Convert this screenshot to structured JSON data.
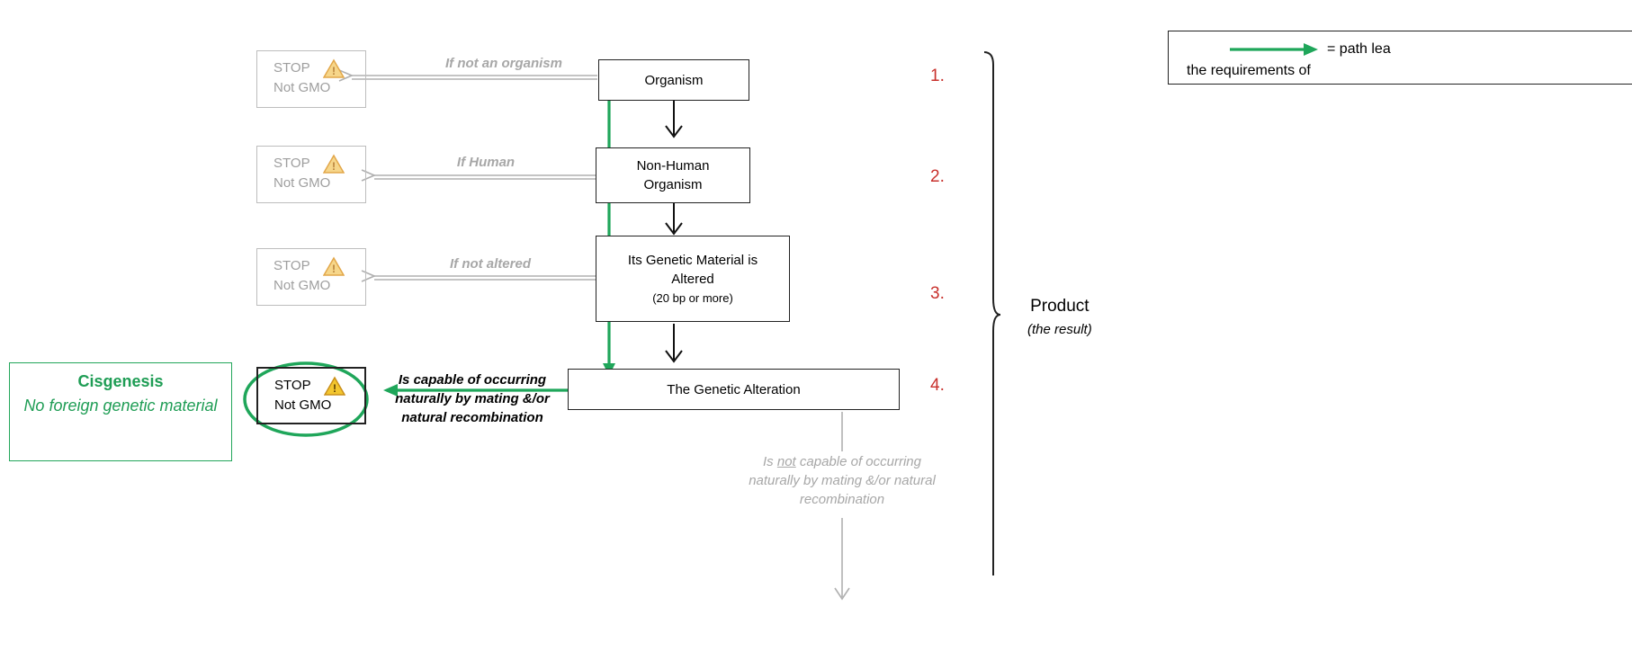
{
  "steps": [
    {
      "id": 1,
      "label": "Organism",
      "number": "1."
    },
    {
      "id": 2,
      "label": "Non-Human Organism",
      "number": "2."
    },
    {
      "id": 3,
      "label_main": "Its Genetic Material is Altered",
      "label_small": "(20 bp or more)",
      "number": "3."
    },
    {
      "id": 4,
      "label": "The Genetic Alteration",
      "number": "4."
    }
  ],
  "stop_boxes": [
    {
      "stop": "STOP",
      "result": "Not GMO",
      "condition": "If not an organism"
    },
    {
      "stop": "STOP",
      "result": "Not GMO",
      "condition": "If Human"
    },
    {
      "stop": "STOP",
      "result": "Not GMO",
      "condition": "If not altered"
    },
    {
      "stop": "STOP",
      "result": "Not GMO",
      "condition": "Is capable of occurring naturally by mating &/or natural recombination"
    }
  ],
  "not_capable": {
    "pre": "Is ",
    "emph": "not",
    "post": " capable of occurring naturally by mating &/or natural recombination"
  },
  "cisgenesis": {
    "title": "Cisgenesis",
    "subtitle": "No foreign genetic material"
  },
  "bracket": {
    "title": "Product",
    "subtitle": "(the result)"
  },
  "legend": {
    "line1": "= path lea",
    "line2": "the requirements of"
  },
  "icons": {
    "warning": "warning-triangle-icon",
    "legend_arrow": "green-arrow-icon"
  },
  "colors": {
    "path": "#1fa65a",
    "gray": "#a7a7a7",
    "step_number": "#c8302c",
    "black": "#222222"
  }
}
